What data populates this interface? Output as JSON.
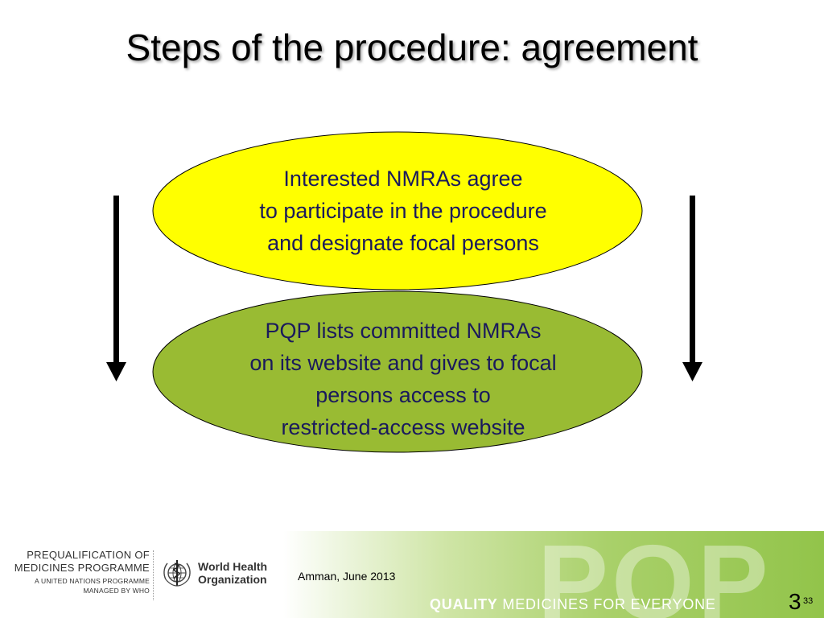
{
  "title": "Steps of the procedure: agreement",
  "steps": [
    {
      "lines": [
        "Interested NMRAs agree",
        "to participate in the procedure",
        "and designate focal persons"
      ],
      "fill": "#ffff00"
    },
    {
      "lines": [
        "PQP lists committed NMRAs",
        "on its website and gives to focal",
        "persons access to",
        "restricted-access website"
      ],
      "fill": "#99bb33"
    }
  ],
  "footer": {
    "programme_line1": "PREQUALIFICATION OF",
    "programme_line2": "MEDICINES PROGRAMME",
    "programme_line3": "A UNITED NATIONS PROGRAMME",
    "programme_line4": "MANAGED BY WHO",
    "who_name_line1": "World Health",
    "who_name_line2": "Organization",
    "date": "Amman, June 2013",
    "tagline_bold": "QUALITY",
    "tagline_rest": " MEDICINES FOR EVERYONE",
    "watermark": "PQP",
    "page_number": "3",
    "page_number_small": "33"
  },
  "colors": {
    "text": "#1a1a5c",
    "arrow": "#000000",
    "footer_green": "#92c44a"
  }
}
